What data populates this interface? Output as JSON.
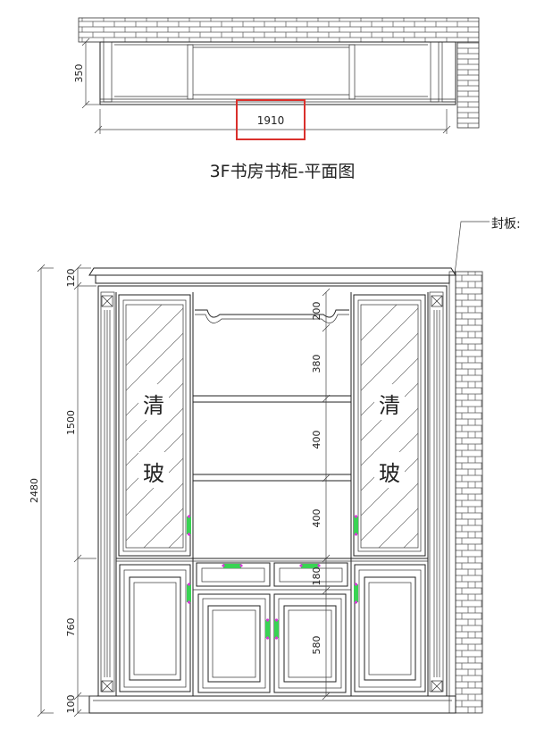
{
  "plan": {
    "depth_label": "350",
    "width_label": "1910",
    "highlight_color": "#d9302c"
  },
  "title": "3F书房书柜-平面图",
  "callout": "封板:",
  "elevation": {
    "left_dims": [
      "120",
      "1500",
      "760",
      "100"
    ],
    "total_height": "2480",
    "center_dims": [
      "200",
      "380",
      "400",
      "400",
      "180",
      "580"
    ],
    "glass_label_top": "清",
    "glass_label_bottom": "玻"
  },
  "colors": {
    "line": "#222222",
    "handle_green": "#39d353",
    "handle_magenta": "#d63bd6"
  }
}
